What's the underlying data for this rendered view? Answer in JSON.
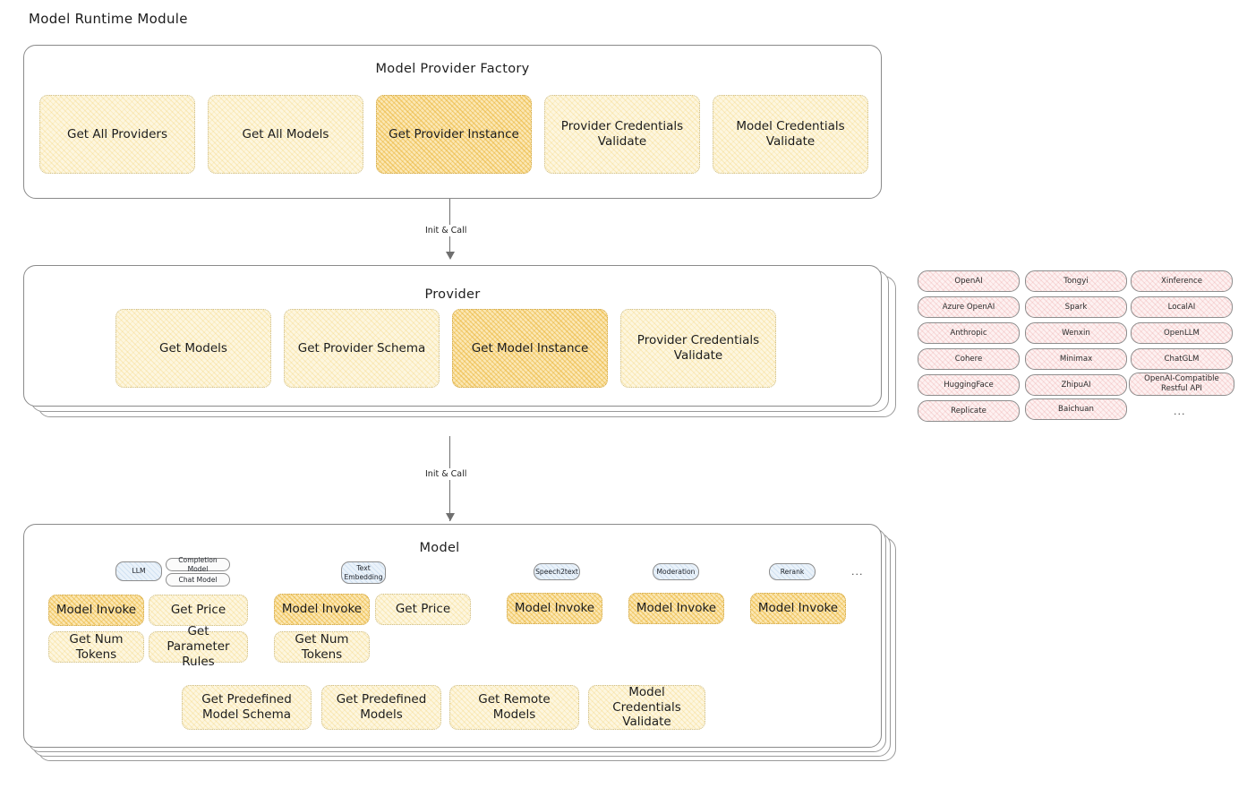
{
  "page": {
    "title": "Model Runtime Module"
  },
  "arrows": [
    {
      "label": "Init & Call"
    },
    {
      "label": "Init & Call"
    }
  ],
  "factory": {
    "title": "Model Provider Factory",
    "nodes": [
      {
        "label": "Get All Providers",
        "emphasis": "light"
      },
      {
        "label": "Get All Models",
        "emphasis": "light"
      },
      {
        "label": "Get Provider Instance",
        "emphasis": "strong"
      },
      {
        "label": "Provider Credentials Validate",
        "emphasis": "light"
      },
      {
        "label": "Model Credentials Validate",
        "emphasis": "light"
      }
    ]
  },
  "provider": {
    "title": "Provider",
    "nodes": [
      {
        "label": "Get Models",
        "emphasis": "light"
      },
      {
        "label": "Get Provider Schema",
        "emphasis": "light"
      },
      {
        "label": "Get Model Instance",
        "emphasis": "strong"
      },
      {
        "label": "Provider Credentials Validate",
        "emphasis": "light"
      }
    ]
  },
  "provider_list": {
    "ellipsis": "...",
    "columns": [
      {
        "items": [
          "OpenAI",
          "Azure OpenAI",
          "Anthropic",
          "Cohere",
          "HuggingFace",
          "Replicate"
        ]
      },
      {
        "items": [
          "Tongyi",
          "Spark",
          "Wenxin",
          "Minimax",
          "ZhipuAI",
          "Baichuan"
        ]
      },
      {
        "items": [
          "Xinference",
          "LocalAI",
          "OpenLLM",
          "ChatGLM",
          "OpenAI-Compatible Restful API"
        ]
      }
    ]
  },
  "model": {
    "title": "Model",
    "ellipsis": "...",
    "groups": [
      {
        "type": "LLM",
        "type_style": "blue",
        "subtypes": [
          "Completion Model",
          "Chat Model"
        ],
        "nodes": [
          {
            "label": "Model Invoke",
            "emphasis": "strong"
          },
          {
            "label": "Get Price",
            "emphasis": "light"
          },
          {
            "label": "Get Num Tokens",
            "emphasis": "light"
          },
          {
            "label": "Get Parameter Rules",
            "emphasis": "light"
          }
        ]
      },
      {
        "type": "Text Embedding",
        "type_style": "blue",
        "subtypes": [],
        "nodes": [
          {
            "label": "Model Invoke",
            "emphasis": "strong"
          },
          {
            "label": "Get Price",
            "emphasis": "light"
          },
          {
            "label": "Get Num Tokens",
            "emphasis": "light"
          }
        ]
      },
      {
        "type": "Speech2text",
        "type_style": "blue",
        "subtypes": [],
        "nodes": [
          {
            "label": "Model Invoke",
            "emphasis": "strong"
          }
        ]
      },
      {
        "type": "Moderation",
        "type_style": "blue",
        "subtypes": [],
        "nodes": [
          {
            "label": "Model Invoke",
            "emphasis": "strong"
          }
        ]
      },
      {
        "type": "Rerank",
        "type_style": "blue",
        "subtypes": [],
        "nodes": [
          {
            "label": "Model Invoke",
            "emphasis": "strong"
          }
        ]
      }
    ],
    "common_nodes": [
      {
        "label": "Get Predefined Model Schema",
        "emphasis": "light"
      },
      {
        "label": "Get Predefined Models",
        "emphasis": "light"
      },
      {
        "label": "Get Remote Models",
        "emphasis": "light"
      },
      {
        "label": "Model Credentials Validate",
        "emphasis": "light"
      }
    ]
  }
}
